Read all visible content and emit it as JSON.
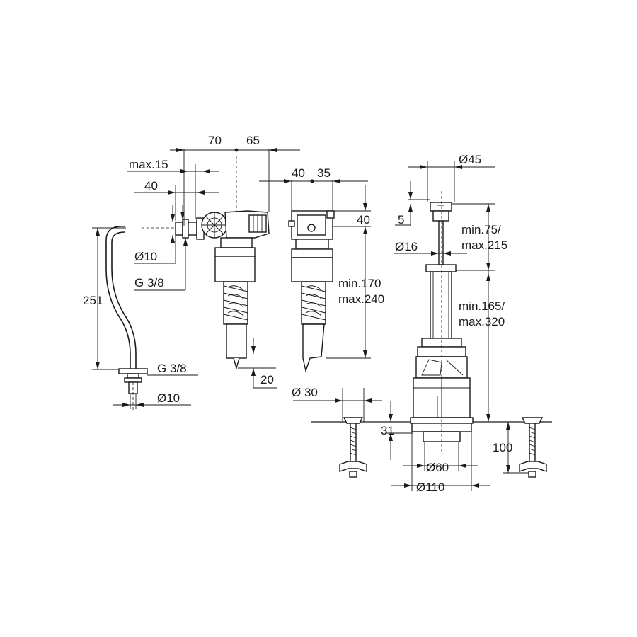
{
  "labels": {
    "d70": "70",
    "d65": "65",
    "max15": "max.15",
    "d40_left": "40",
    "d40_mid": "40",
    "d35": "35",
    "d40_right": "40",
    "dia10_upper": "Ø10",
    "g38_upper": "G 3/8",
    "d251": "251",
    "g38_lower": "G 3/8",
    "dia10_lower": "Ø10",
    "min170": "min.170",
    "max240": "max.240",
    "d20": "20",
    "dia30": "Ø 30",
    "dia45": "Ø45",
    "d5": "5",
    "min75": "min.75/",
    "max215": "max.215",
    "dia16": "Ø16",
    "min165": "min.165/",
    "max320": "max.320",
    "d31": "31",
    "d100": "100",
    "dia60": "Ø60",
    "dia110": "Ø110"
  }
}
